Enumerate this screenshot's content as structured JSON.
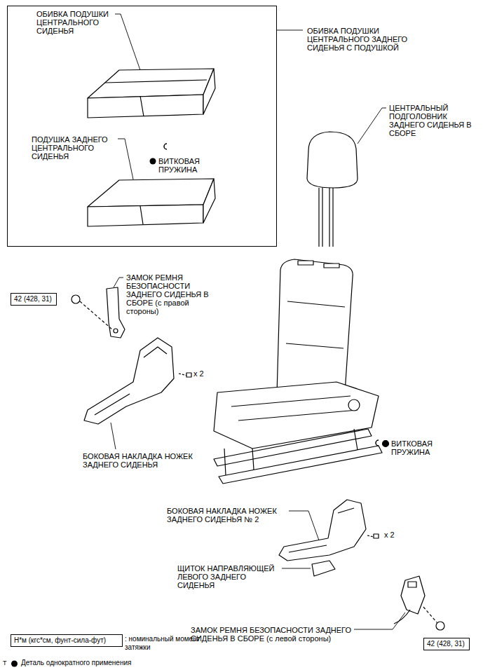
{
  "diagram": {
    "nodes": [
      {
        "text": [
          "ОБИВКА ПОДУШКИ ЦЕНТРАЛЬНОГО ЗАДНЕГО СИДЕНЬЯ С ПОДУШКОЙ"
        ]
      },
      {
        "text": [
          "42 (428, 31)"
        ]
      },
      {
        "text": [
          "42 (428, 31)"
        ]
      },
      {
        "text": [
          "Н*м (кгс*см, фунт-сила-фут)"
        ]
      }
    ],
    "labels": [
      "ОБИВКА ПОДУШКИ ЦЕНТРАЛЬНОГО СИДЕНЬЯ",
      "ПОДУШКА ЗАДНЕГО ЦЕНТРАЛЬНОГО СИДЕНЬЯ",
      "ВИТКОВАЯ ПРУЖИНА",
      "ЦЕНТРАЛЬНЫЙ ПОДГОЛОВНИК ЗАДНЕГО СИДЕНЬЯ В СБОРЕ",
      "ЗАМОК РЕМНЯ БЕЗОПАСНОСТИ ЗАДНЕГО СИДЕНЬЯ В СБОРЕ (с правой стороны)",
      "x 2",
      "БОКОВАЯ НАКЛАДКА НОЖЕК ЗАДНЕГО СИДЕНЬЯ",
      "ВИТКОВАЯ ПРУЖИНА",
      "БОКОВАЯ НАКЛАДКА НОЖЕК ЗАДНЕГО СИДЕНЬЯ № 2",
      "x 2",
      "ЩИТОК НАПРАВЛЯЮЩЕЙ ЛЕВОГО ЗАДНЕГО СИДЕНЬЯ",
      "ЗАМОК РЕМНЯ БЕЗОПАСНОСТИ ЗАДНЕГО СИДЕНЬЯ В СБОРЕ (с левой стороны)",
      "T"
    ],
    "legend": [
      {
        "text": ": номинальный момент затяжки"
      },
      {
        "text": "Деталь однократного применения",
        "color": "#000000"
      }
    ]
  }
}
